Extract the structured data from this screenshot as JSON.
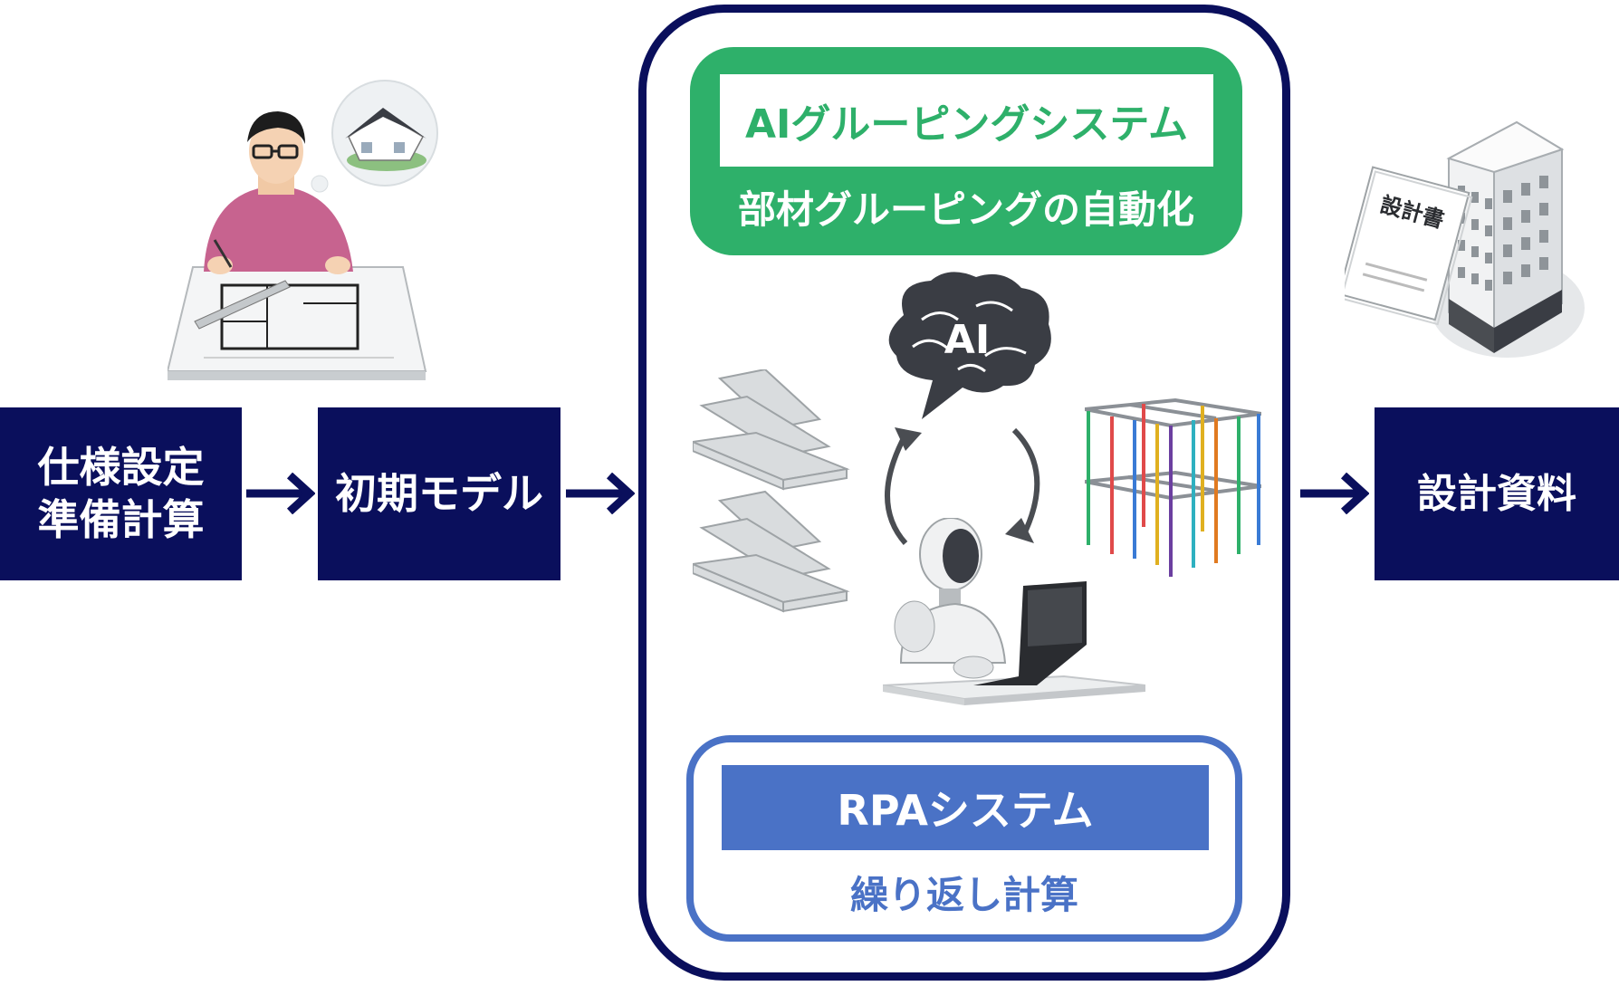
{
  "flow": {
    "spec_box": {
      "line1": "仕様設定",
      "line2": "準備計算"
    },
    "initial_model_box": {
      "label": "初期モデル"
    },
    "output_box": {
      "label": "設計資料"
    }
  },
  "center": {
    "ai_system": {
      "title": "AIグルーピングシステム",
      "subtitle": "部材グルーピングの自動化"
    },
    "brain_label": "AI",
    "rpa_system": {
      "title": "RPAシステム",
      "subtitle": "繰り返し計算"
    }
  },
  "illustrations": {
    "document_label": "設計書"
  },
  "colors": {
    "navy": "#0a0f5c",
    "green": "#2eb06a",
    "blue": "#4a72c6"
  }
}
